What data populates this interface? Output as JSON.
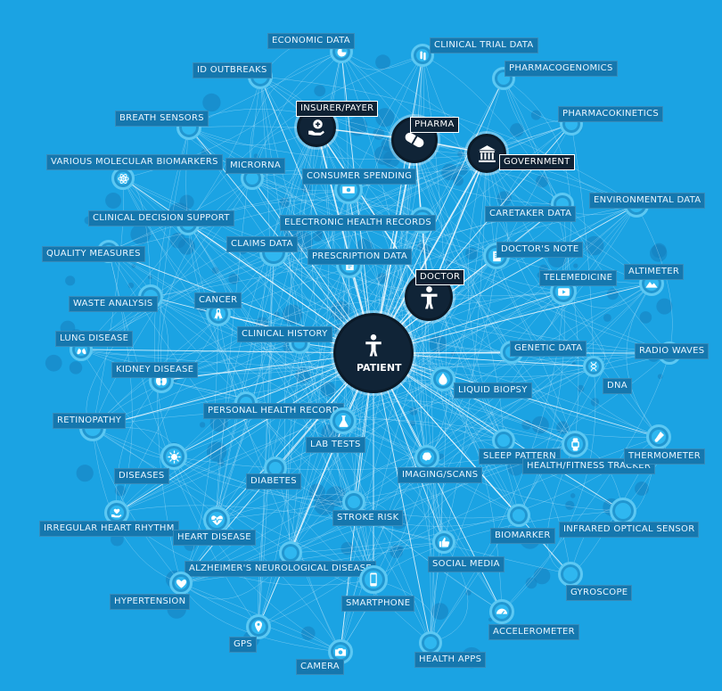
{
  "theme": {
    "background": "#1ba3e3",
    "node_dark": "#102437",
    "node_light": "#2fb7f0",
    "label_bg": "#1577ae",
    "edge": "#d9f2ff"
  },
  "nodes": [
    {
      "id": "patient",
      "label": "PATIENT",
      "type": "hub",
      "icon": "person-icon"
    },
    {
      "id": "doctor",
      "label": "DOCTOR",
      "type": "hub",
      "icon": "person-icon"
    },
    {
      "id": "pharma",
      "label": "PHARMA",
      "type": "hub",
      "icon": "pill-icon"
    },
    {
      "id": "insurer",
      "label": "INSURER/PAYER",
      "type": "hub",
      "icon": "hand-plus-icon"
    },
    {
      "id": "government",
      "label": "GOVERNMENT",
      "type": "hub",
      "icon": "building-icon"
    },
    {
      "id": "economic",
      "label": "ECONOMIC DATA",
      "type": "leaf",
      "icon": "pie-chart-icon"
    },
    {
      "id": "clinical_trial",
      "label": "CLINICAL TRIAL DATA",
      "type": "leaf",
      "icon": "test-tubes-icon"
    },
    {
      "id": "pharmacogenomics",
      "label": "PHARMACOGENOMICS",
      "type": "leaf",
      "icon": ""
    },
    {
      "id": "id_outbreaks",
      "label": "ID OUTBREAKS",
      "type": "leaf",
      "icon": ""
    },
    {
      "id": "pharmacokinetics",
      "label": "PHARMACOKINETICS",
      "type": "leaf",
      "icon": ""
    },
    {
      "id": "breath",
      "label": "BREATH SENSORS",
      "type": "leaf",
      "icon": ""
    },
    {
      "id": "biomarkers",
      "label": "VARIOUS MOLECULAR BIOMARKERS",
      "type": "leaf",
      "icon": "atom-icon"
    },
    {
      "id": "microrna",
      "label": "MICRORNA",
      "type": "leaf",
      "icon": ""
    },
    {
      "id": "consumer",
      "label": "CONSUMER SPENDING",
      "type": "leaf",
      "icon": "money-icon"
    },
    {
      "id": "environmental",
      "label": "ENVIRONMENTAL DATA",
      "type": "leaf",
      "icon": ""
    },
    {
      "id": "caretaker",
      "label": "CARETAKER DATA",
      "type": "leaf",
      "icon": ""
    },
    {
      "id": "cds",
      "label": "CLINICAL DECISION SUPPORT",
      "type": "leaf",
      "icon": ""
    },
    {
      "id": "ehr",
      "label": "ELECTRONIC HEALTH RECORDS",
      "type": "leaf",
      "icon": "folder-icon"
    },
    {
      "id": "quality",
      "label": "QUALITY MEASURES",
      "type": "leaf",
      "icon": ""
    },
    {
      "id": "claims",
      "label": "CLAIMS DATA",
      "type": "leaf",
      "icon": ""
    },
    {
      "id": "prescription",
      "label": "PRESCRIPTION DATA",
      "type": "leaf",
      "icon": "prescription-icon"
    },
    {
      "id": "doctors_note",
      "label": "DOCTOR'S NOTE",
      "type": "leaf",
      "icon": "note-icon"
    },
    {
      "id": "altimeter",
      "label": "ALTIMETER",
      "type": "leaf",
      "icon": "mountain-icon"
    },
    {
      "id": "telemedicine",
      "label": "TELEMEDICINE",
      "type": "leaf",
      "icon": "play-icon"
    },
    {
      "id": "waste",
      "label": "WASTE ANALYSIS",
      "type": "leaf",
      "icon": ""
    },
    {
      "id": "cancer",
      "label": "CANCER",
      "type": "leaf",
      "icon": "ribbon-icon"
    },
    {
      "id": "clinical_history",
      "label": "CLINICAL HISTORY",
      "type": "leaf",
      "icon": ""
    },
    {
      "id": "lung",
      "label": "LUNG DISEASE",
      "type": "leaf",
      "icon": "lungs-icon"
    },
    {
      "id": "genetic",
      "label": "GENETIC DATA",
      "type": "leaf",
      "icon": ""
    },
    {
      "id": "radio",
      "label": "RADIO WAVES",
      "type": "leaf",
      "icon": ""
    },
    {
      "id": "kidney",
      "label": "KIDNEY DISEASE",
      "type": "leaf",
      "icon": "kidney-icon"
    },
    {
      "id": "liquid",
      "label": "LIQUID BIOPSY",
      "type": "leaf",
      "icon": "drop-icon"
    },
    {
      "id": "dna",
      "label": "DNA",
      "type": "leaf",
      "icon": "dna-icon"
    },
    {
      "id": "phr",
      "label": "PERSONAL HEALTH RECORD",
      "type": "leaf",
      "icon": ""
    },
    {
      "id": "retinopathy",
      "label": "RETINOPATHY",
      "type": "leaf",
      "icon": ""
    },
    {
      "id": "lab",
      "label": "LAB TESTS",
      "type": "leaf",
      "icon": "flask-icon"
    },
    {
      "id": "sleep",
      "label": "SLEEP PATTERN",
      "type": "leaf",
      "icon": ""
    },
    {
      "id": "fitness",
      "label": "HEALTH/FITNESS TRACKER",
      "type": "leaf",
      "icon": "watch-icon"
    },
    {
      "id": "thermometer",
      "label": "THERMOMETER",
      "type": "leaf",
      "icon": "thermometer-icon"
    },
    {
      "id": "diseases",
      "label": "DISEASES",
      "type": "leaf",
      "icon": "virus-icon"
    },
    {
      "id": "diabetes",
      "label": "DIABETES",
      "type": "leaf",
      "icon": ""
    },
    {
      "id": "imaging",
      "label": "IMAGING/SCANS",
      "type": "leaf",
      "icon": "brain-icon"
    },
    {
      "id": "arrhythmia",
      "label": "IRREGULAR HEART RHYTHM",
      "type": "leaf",
      "icon": "heart-hand-icon"
    },
    {
      "id": "heart_disease",
      "label": "HEART DISEASE",
      "type": "leaf",
      "icon": "heartbeat-icon"
    },
    {
      "id": "stroke",
      "label": "STROKE RISK",
      "type": "leaf",
      "icon": ""
    },
    {
      "id": "biomarker",
      "label": "BIOMARKER",
      "type": "leaf",
      "icon": ""
    },
    {
      "id": "infrared",
      "label": "INFRARED OPTICAL SENSOR",
      "type": "leaf",
      "icon": ""
    },
    {
      "id": "alzheimers",
      "label": "ALZHEIMER'S NEUROLOGICAL DISEASE",
      "type": "leaf",
      "icon": ""
    },
    {
      "id": "social",
      "label": "SOCIAL MEDIA",
      "type": "leaf",
      "icon": "thumbs-up-icon"
    },
    {
      "id": "smartphone",
      "label": "SMARTPHONE",
      "type": "leaf",
      "icon": "phone-icon"
    },
    {
      "id": "gyroscope",
      "label": "GYROSCOPE",
      "type": "leaf",
      "icon": ""
    },
    {
      "id": "hypertension",
      "label": "HYPERTENSION",
      "type": "leaf",
      "icon": "heart-icon"
    },
    {
      "id": "accelerometer",
      "label": "ACCELEROMETER",
      "type": "leaf",
      "icon": "gauge-icon"
    },
    {
      "id": "gps",
      "label": "GPS",
      "type": "leaf",
      "icon": "pin-icon"
    },
    {
      "id": "camera",
      "label": "CAMERA",
      "type": "leaf",
      "icon": "camera-icon"
    },
    {
      "id": "health_apps",
      "label": "HEALTH APPS",
      "type": "leaf",
      "icon": ""
    }
  ]
}
